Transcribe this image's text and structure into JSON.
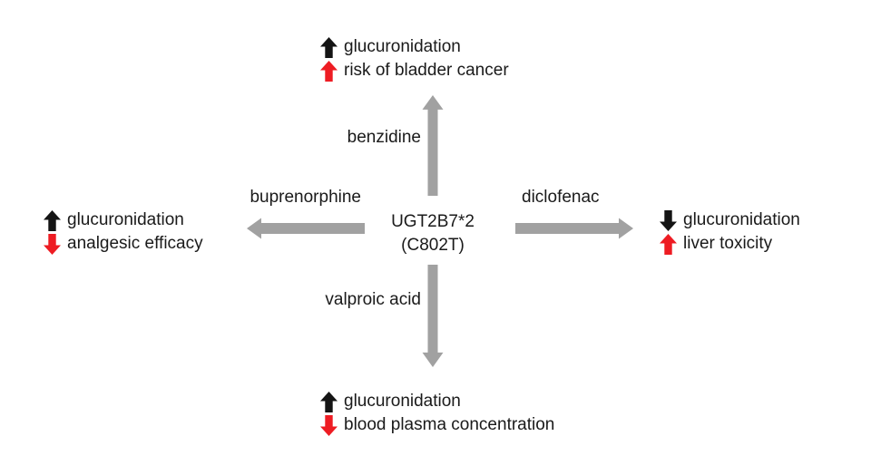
{
  "colors": {
    "branch_arrow_gray": "#a1a1a1",
    "trend_black": "#141414",
    "trend_red": "#ee1c23",
    "text": "#1a1a1a",
    "background": "#ffffff"
  },
  "center": {
    "line1": "UGT2B7*2",
    "line2": "(C802T)"
  },
  "branches": {
    "top": {
      "drug": "benzidine",
      "direction": "up",
      "effects": [
        {
          "arrow": "up-black",
          "text": "glucuronidation"
        },
        {
          "arrow": "up-red",
          "text": "risk of bladder cancer"
        }
      ]
    },
    "left": {
      "drug": "buprenorphine",
      "direction": "left",
      "effects": [
        {
          "arrow": "up-black",
          "text": "glucuronidation"
        },
        {
          "arrow": "down-red",
          "text": "analgesic efficacy"
        }
      ]
    },
    "right": {
      "drug": "diclofenac",
      "direction": "right",
      "effects": [
        {
          "arrow": "down-black",
          "text": "glucuronidation"
        },
        {
          "arrow": "up-red",
          "text": "liver toxicity"
        }
      ]
    },
    "bottom": {
      "drug": "valproic acid",
      "direction": "down",
      "effects": [
        {
          "arrow": "up-black",
          "text": "glucuronidation"
        },
        {
          "arrow": "down-red",
          "text": "blood plasma concentration"
        }
      ]
    }
  }
}
